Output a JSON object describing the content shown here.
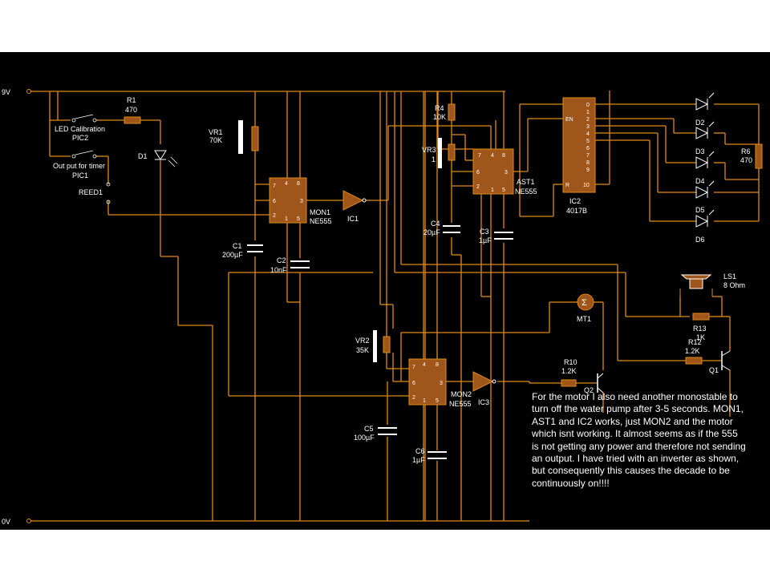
{
  "rails": {
    "vcc": "9V",
    "gnd": "0V"
  },
  "labels": {
    "r1": "R1",
    "r1_val": "470",
    "led_cal": "LED Calibration",
    "pic2": "PIC2",
    "out_timer": "Out put for timer",
    "pic1": "PIC1",
    "reed1": "REED1",
    "d1": "D1",
    "vr1": "VR1",
    "vr1_val": "70K",
    "c1": "C1",
    "c1_val": "200µF",
    "c2": "C2",
    "c2_val": "10nF",
    "mon1": "MON1",
    "mon1_chip": "NE555",
    "ic1": "IC1",
    "r4": "R4",
    "r4_val": "10K",
    "vr3": "VR3",
    "vr3_val": "1",
    "ast1": "AST1",
    "ast1_chip": "NE555",
    "c4": "C4",
    "c4_val": "20µF",
    "c3": "C3",
    "c3_val": "1µF",
    "ic2": "IC2",
    "ic2_chip": "4017B",
    "d2": "D2",
    "d3": "D3",
    "d4": "D4",
    "d5": "D5",
    "d6": "D6",
    "r6": "R6",
    "r6_val": "470",
    "ls1": "LS1",
    "ls1_val": "8 Ohm",
    "mt1": "MT1",
    "r13": "R13",
    "r13_val": "1K",
    "r12": "R12",
    "r12_val": "1.2K",
    "q1": "Q1",
    "q2": "Q2",
    "r10": "R10",
    "r10_val": "1.2K",
    "vr2": "VR2",
    "vr2_val": "35K",
    "mon2": "MON2",
    "mon2_chip": "NE555",
    "ic3": "IC3",
    "c5": "C5",
    "c5_val": "100µF",
    "c6": "C6",
    "c6_val": "1µF"
  },
  "pins_555": {
    "p7": "7",
    "p4": "4",
    "p8": "8",
    "p6": "6",
    "p3": "3",
    "p2": "2",
    "p1": "1",
    "p5": "5"
  },
  "pins_4017": {
    "en": "EN",
    "r": "R",
    "o0": "0",
    "o1": "1",
    "o2": "2",
    "o3": "3",
    "o4": "4",
    "o5": "5",
    "o6": "6",
    "o7": "7",
    "o8": "8",
    "o9": "9",
    "o10": "10"
  },
  "note": "For the motor I also need another monostable to turn off the water pump after 3-5 seconds. MON1, AST1 and IC2 works, just MON2 and the motor which isnt working. It almost seems as if the 555 is not getting any power and therefore not sending an output. I have tried with an inverter as shown, but consequently this causes the decade to be continuously on!!!!",
  "colors": {
    "wire": "#e08a14",
    "component": "#a0551a",
    "background": "#000000",
    "text": "#ffffff"
  }
}
